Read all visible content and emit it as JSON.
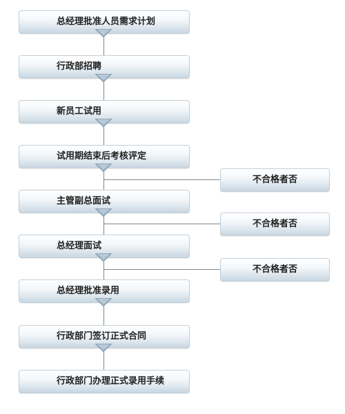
{
  "flow": {
    "steps": [
      {
        "label": "总经理批准人员需求计划"
      },
      {
        "label": "行政部招聘"
      },
      {
        "label": "新员工试用"
      },
      {
        "label": "试用期结束后考核评定"
      },
      {
        "label": "主管副总面试"
      },
      {
        "label": "总经理面试"
      },
      {
        "label": "总经理批准录用"
      },
      {
        "label": "行政部门签订正式合同"
      },
      {
        "label": "行政部门办理正式录用手续"
      }
    ],
    "rejects": [
      {
        "label": "不合格者否"
      },
      {
        "label": "不合格者否"
      },
      {
        "label": "不合格者否"
      }
    ]
  },
  "colors": {
    "box_border": "#c2cfd8",
    "box_gradient_top": "#ffffff",
    "box_gradient_bottom": "#c8d6e1",
    "arrow_fill": "#9db3c5",
    "line": "#7f878d",
    "text": "#1f1f1f"
  },
  "icons": {
    "flow_arrow": "arrow-down-icon"
  }
}
